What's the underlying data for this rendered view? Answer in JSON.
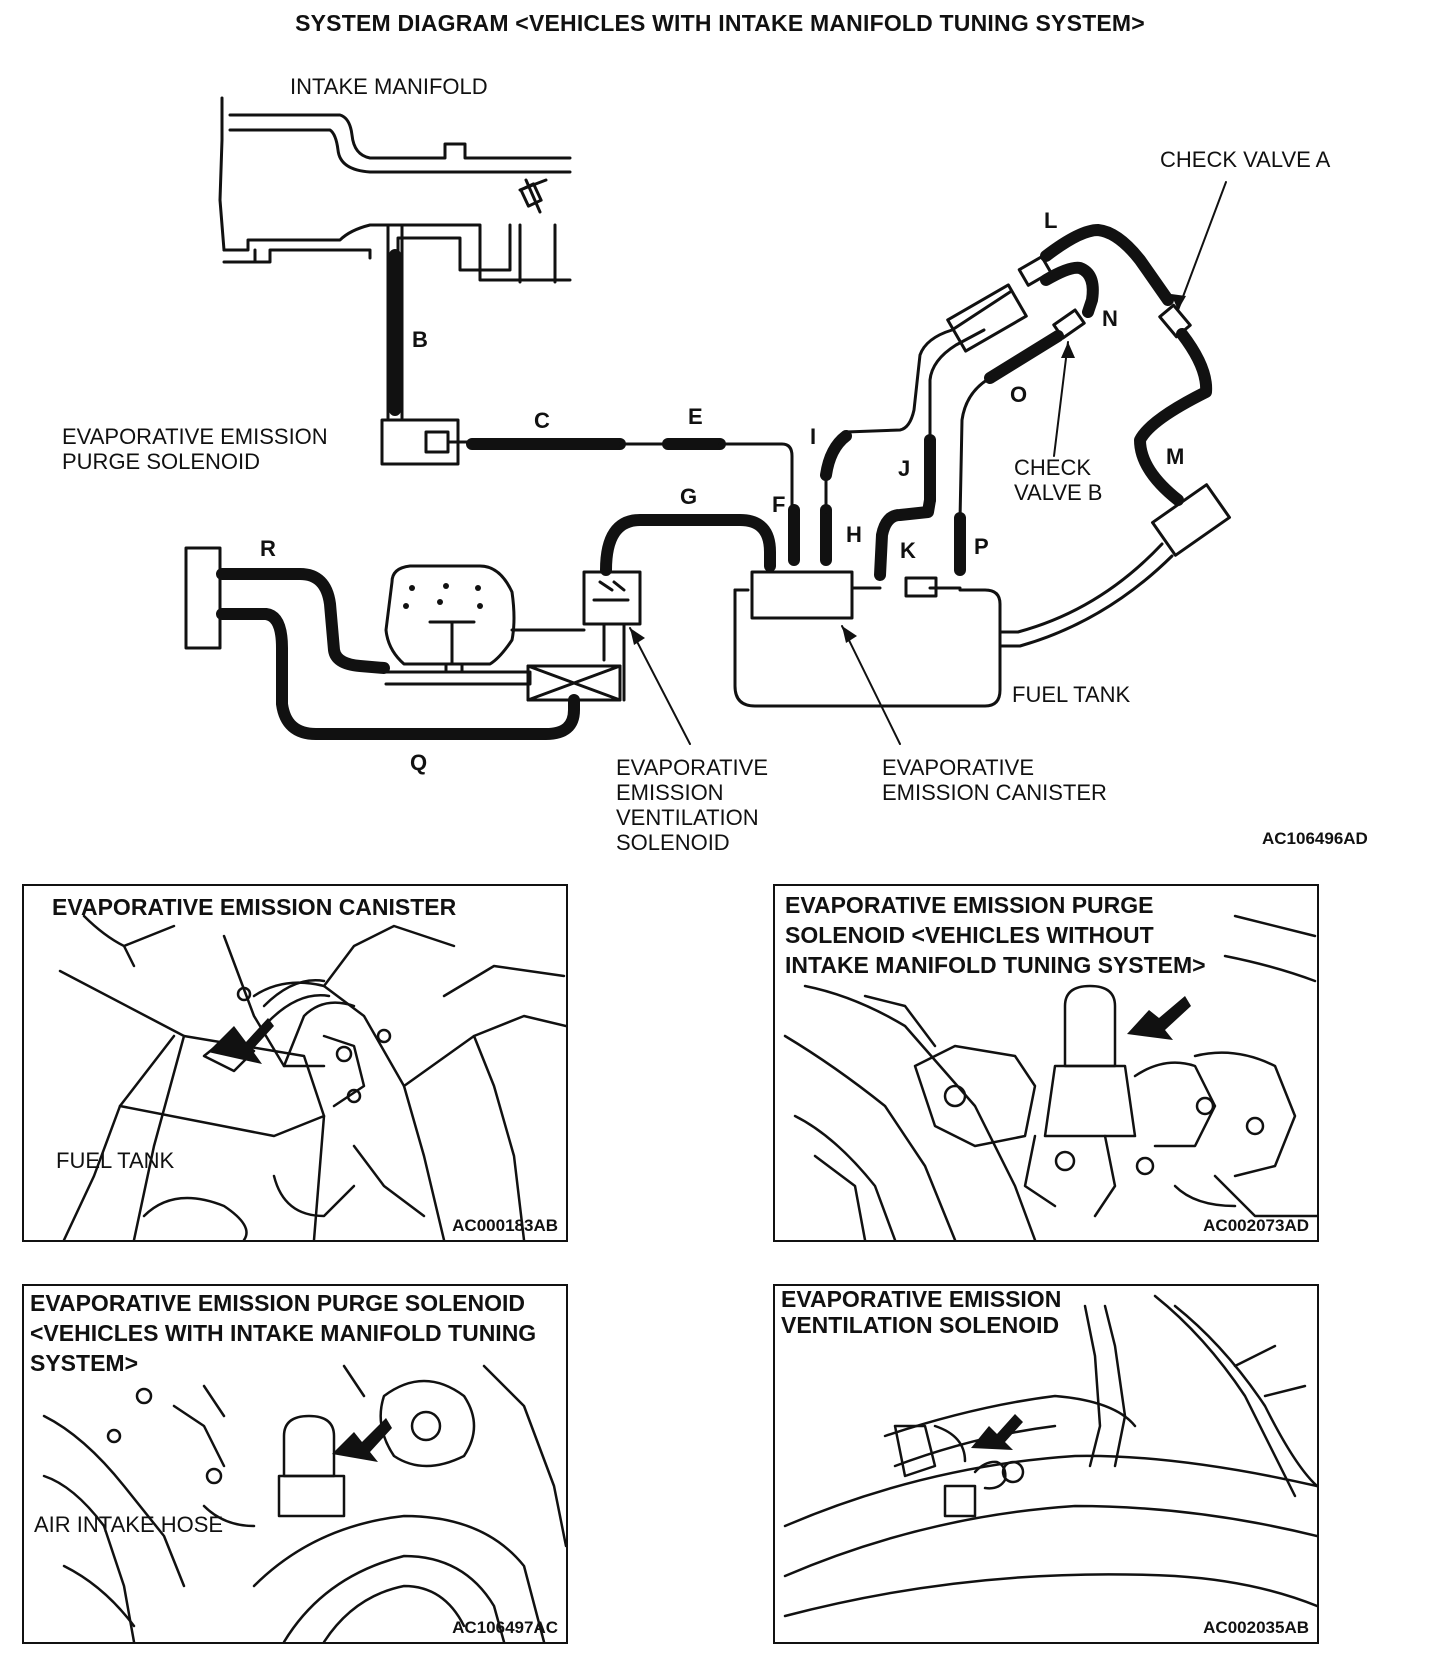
{
  "title": "SYSTEM DIAGRAM <VEHICLES WITH INTAKE MANIFOLD TUNING SYSTEM>",
  "diagram": {
    "labels": {
      "intake_manifold": "INTAKE MANIFOLD",
      "check_valve_a": "CHECK VALVE A",
      "check_valve_b": "CHECK\nVALVE B",
      "purge_solenoid": "EVAPORATIVE EMISSION\nPURGE SOLENOID",
      "fuel_tank": "FUEL TANK",
      "ventilation_solenoid": "EVAPORATIVE\nEMISSION\nVENTILATION\nSOLENOID",
      "canister": "EVAPORATIVE\nEMISSION CANISTER"
    },
    "hose_letters": {
      "B": "B",
      "C": "C",
      "E": "E",
      "G": "G",
      "F": "F",
      "H": "H",
      "I": "I",
      "J": "J",
      "K": "K",
      "P": "P",
      "O": "O",
      "L": "L",
      "N": "N",
      "M": "M",
      "R": "R",
      "Q": "Q"
    },
    "code": "AC106496AD"
  },
  "panels": {
    "canister": {
      "title": "EVAPORATIVE EMISSION CANISTER",
      "label": "FUEL TANK",
      "code": "AC000183AB"
    },
    "purge_without": {
      "title": "EVAPORATIVE EMISSION PURGE\nSOLENOID <VEHICLES WITHOUT\nINTAKE MANIFOLD TUNING SYSTEM>",
      "code": "AC002073AD"
    },
    "purge_with": {
      "title": "EVAPORATIVE EMISSION PURGE SOLENOID\n<VEHICLES WITH INTAKE MANIFOLD TUNING\nSYSTEM>",
      "label": "AIR INTAKE HOSE",
      "code": "AC106497AC"
    },
    "ventilation": {
      "title": "EVAPORATIVE EMISSION\nVENTILATION SOLENOID",
      "code": "AC002035AB"
    }
  }
}
